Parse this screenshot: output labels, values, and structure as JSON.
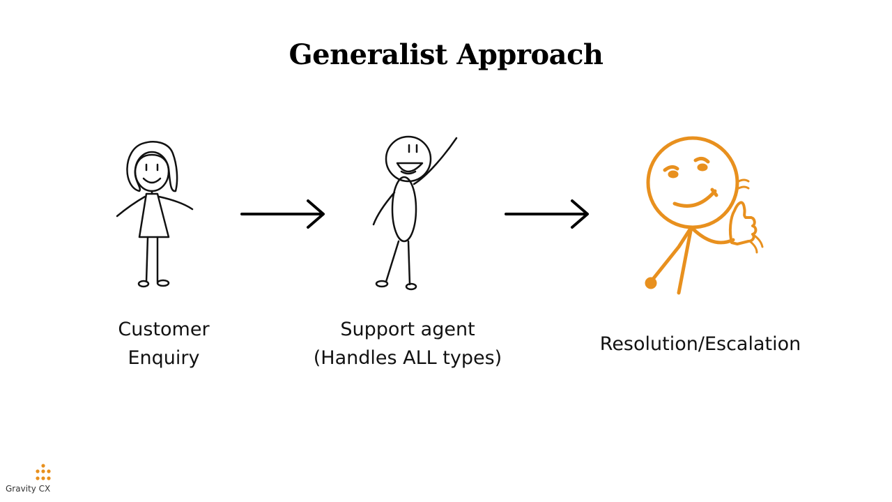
{
  "title": "Generalist Approach",
  "steps": [
    {
      "label_lines": [
        "Customer",
        "Enquiry"
      ],
      "figure": "woman-stick-figure-icon"
    },
    {
      "label_lines": [
        "Support agent",
        "(Handles ALL types)"
      ],
      "figure": "waving-stick-figure-icon"
    },
    {
      "label_lines": [
        "Resolution/Escalation"
      ],
      "figure": "thumbs-up-stick-figure-icon"
    }
  ],
  "connectors": [
    "right-arrow-icon",
    "right-arrow-icon"
  ],
  "brand": {
    "name": "Gravity CX",
    "logo": "dot-cluster-logo"
  },
  "colors": {
    "ink": "#111111",
    "accent": "#E8901E",
    "background": "#FFFFFF"
  }
}
